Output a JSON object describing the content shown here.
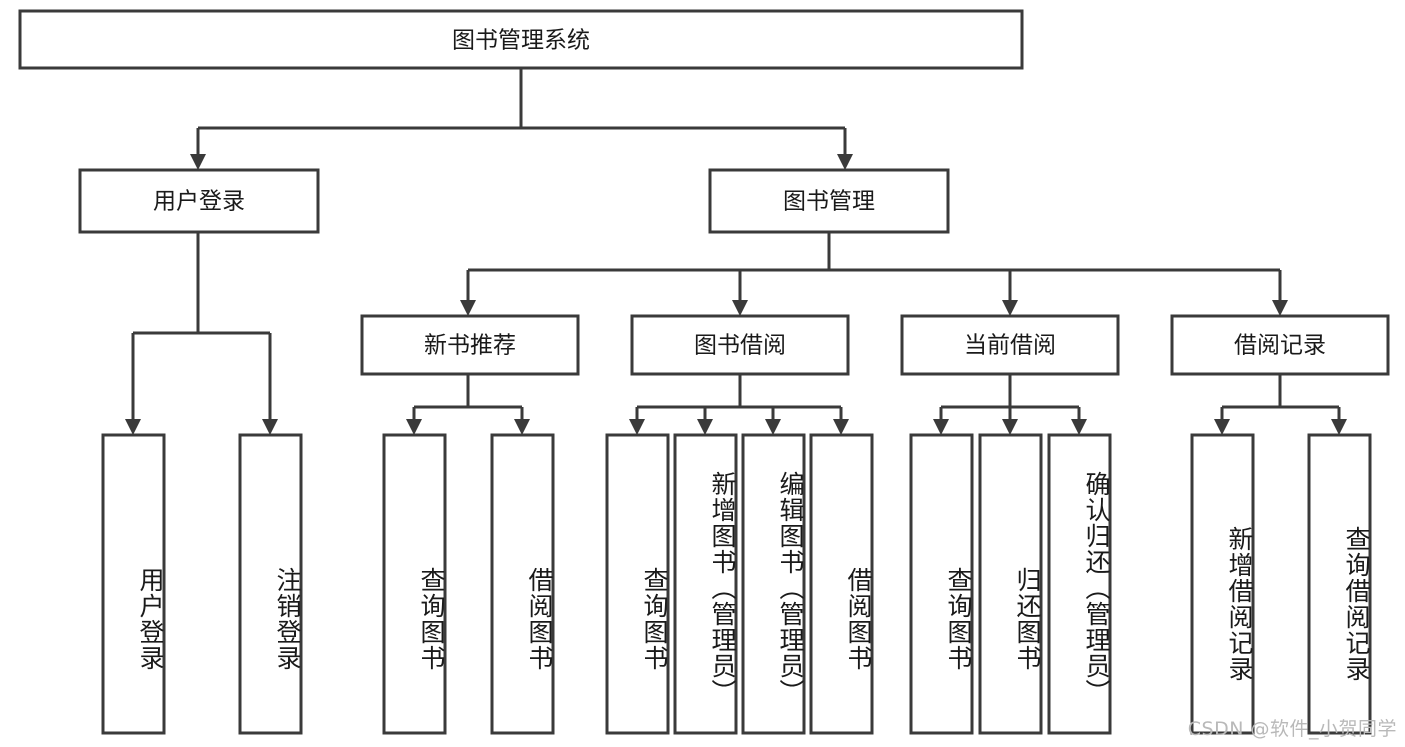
{
  "diagram": {
    "title": "图书管理系统",
    "type": "hierarchy-tree",
    "root": {
      "id": "root",
      "label": "图书管理系统",
      "orientation": "horizontal"
    },
    "level2": [
      {
        "id": "user-login",
        "label": "用户登录",
        "orientation": "horizontal"
      },
      {
        "id": "book-manage",
        "label": "图书管理",
        "orientation": "horizontal"
      }
    ],
    "level3": [
      {
        "id": "new-book-recommend",
        "label": "新书推荐",
        "orientation": "horizontal",
        "parent": "book-manage"
      },
      {
        "id": "book-borrow",
        "label": "图书借阅",
        "orientation": "horizontal",
        "parent": "book-manage"
      },
      {
        "id": "current-borrow",
        "label": "当前借阅",
        "orientation": "horizontal",
        "parent": "book-manage"
      },
      {
        "id": "borrow-record",
        "label": "借阅记录",
        "orientation": "horizontal",
        "parent": "book-manage"
      }
    ],
    "leaves": [
      {
        "id": "leaf-user-login",
        "label": "用户登录",
        "parent": "user-login",
        "orientation": "vertical"
      },
      {
        "id": "leaf-user-logout",
        "label": "注销登录",
        "parent": "user-login",
        "orientation": "vertical"
      },
      {
        "id": "leaf-query-book-1",
        "label": "查询图书",
        "parent": "new-book-recommend",
        "orientation": "vertical"
      },
      {
        "id": "leaf-borrow-book-1",
        "label": "借阅图书",
        "parent": "new-book-recommend",
        "orientation": "vertical"
      },
      {
        "id": "leaf-query-book-2",
        "label": "查询图书",
        "parent": "book-borrow",
        "orientation": "vertical"
      },
      {
        "id": "leaf-add-book",
        "label": "新增图书（管理员）",
        "parent": "book-borrow",
        "orientation": "vertical"
      },
      {
        "id": "leaf-edit-book",
        "label": "编辑图书（管理员）",
        "parent": "book-borrow",
        "orientation": "vertical"
      },
      {
        "id": "leaf-borrow-book-2",
        "label": "借阅图书",
        "parent": "book-borrow",
        "orientation": "vertical"
      },
      {
        "id": "leaf-query-book-3",
        "label": "查询图书",
        "parent": "current-borrow",
        "orientation": "vertical"
      },
      {
        "id": "leaf-return-book",
        "label": "归还图书",
        "parent": "current-borrow",
        "orientation": "vertical"
      },
      {
        "id": "leaf-confirm-return",
        "label": "确认归还（管理员）",
        "parent": "current-borrow",
        "orientation": "vertical"
      },
      {
        "id": "leaf-add-record",
        "label": "新增借阅记录",
        "parent": "borrow-record",
        "orientation": "vertical"
      },
      {
        "id": "leaf-query-record",
        "label": "查询借阅记录",
        "parent": "borrow-record",
        "orientation": "vertical"
      }
    ],
    "colors": {
      "stroke": "#3a3a3a",
      "fill": "#ffffff",
      "text": "#1a1a1a",
      "watermark": "#b9b9b9"
    }
  },
  "watermark": {
    "text": "CSDN @软件_小贺同学"
  }
}
